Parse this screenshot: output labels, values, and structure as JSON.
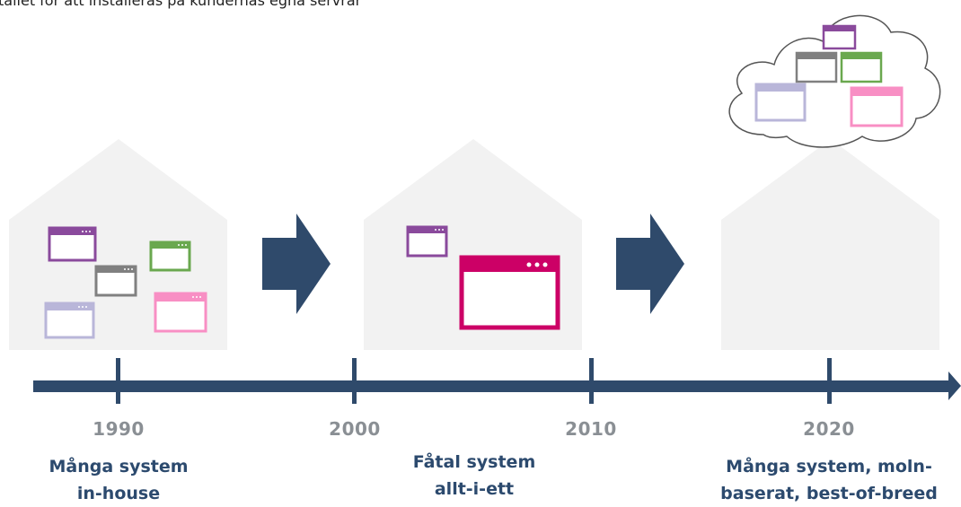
{
  "intro_text": "tället för att installeras på kundernas egna servrar",
  "colors": {
    "house": "#f2f2f2",
    "arrow": "#2f4a6b",
    "timeline": "#2f4a6b",
    "year_text": "#8a8f94",
    "label_text": "#2c4a6e",
    "purple": "#8a4a9c",
    "green": "#6aa84f",
    "gray": "#808080",
    "lavender": "#b9b6d9",
    "pink": "#f88fc4",
    "crimson": "#cc0066"
  },
  "timeline": {
    "years": [
      "1990",
      "2000",
      "2010",
      "2020"
    ]
  },
  "stages": [
    {
      "label_line1": "Många system",
      "label_line2": "in-house"
    },
    {
      "label_line1": "Fåtal system",
      "label_line2": "allt-i-ett"
    },
    {
      "label_line1": "Många system, moln-",
      "label_line2": "baserat, best-of-breed"
    }
  ],
  "icons": {
    "window": "window-icon",
    "cloud": "cloud-icon",
    "arrow": "arrow-right-icon"
  }
}
